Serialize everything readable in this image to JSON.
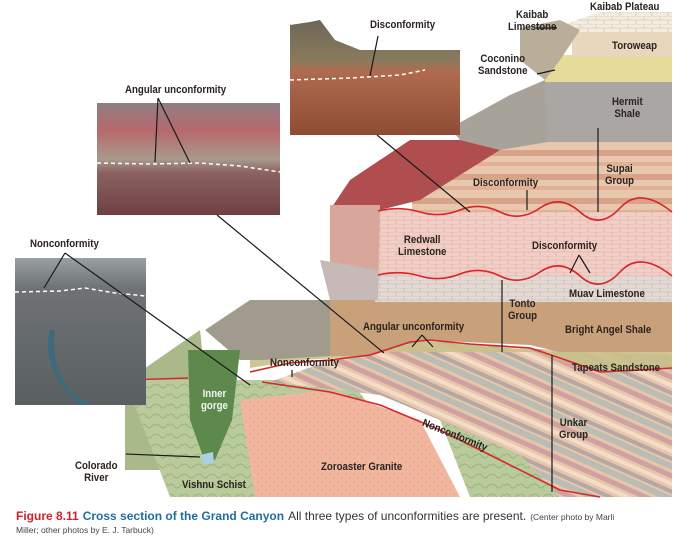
{
  "figure": {
    "number_label": "Figure 8.11",
    "title": "Cross section of the Grand Canyon",
    "description": "All three types of unconformities are present.",
    "credit_line1": "(Center photo by Marli",
    "credit_line2": "Miller; other photos by E. J. Tarbuck)"
  },
  "photos": {
    "angular": {
      "label": "Angular unconformity"
    },
    "disconformity": {
      "label": "Disconformity"
    },
    "nonconformity": {
      "label": "Nonconformity"
    }
  },
  "formations": {
    "kaibab_plateau": "Kaibab Plateau",
    "kaibab_limestone": [
      "Kaibab",
      "Limestone"
    ],
    "toroweap": "Toroweap",
    "coconino": [
      "Coconino",
      "Sandstone"
    ],
    "hermit": [
      "Hermit",
      "Shale"
    ],
    "supai": [
      "Supai",
      "Group"
    ],
    "redwall": [
      "Redwall",
      "Limestone"
    ],
    "muav": "Muav Limestone",
    "tonto": [
      "Tonto",
      "Group"
    ],
    "bright_angel": "Bright Angel Shale",
    "tapeats": "Tapeats Sandstone",
    "unkar": [
      "Unkar",
      "Group"
    ],
    "zoroaster": "Zoroaster Granite",
    "vishnu": "Vishnu Schist",
    "inner_gorge": [
      "Inner",
      "gorge"
    ],
    "colorado_river": [
      "Colorado",
      "River"
    ]
  },
  "contacts": {
    "disconformity_upper": "Disconformity",
    "disconformity_lower": "Disconformity",
    "angular_unconformity": "Angular unconformity",
    "nonconformity_left": "Nonconformity",
    "nonconformity_diagonal": "Nonconformity"
  },
  "colors": {
    "caption_figure_red": "#d21f2b",
    "caption_title_blue": "#1f6f9c",
    "contact_line_red": "#d8262a",
    "redwall_pink": "#f1c8c0",
    "bright_angel_tan": "#c8a07a",
    "tapeats_olive": "#c9c08a",
    "zoroaster_salmon": "#f0b49a",
    "vishnu_green": "#b8c99a",
    "hermit_gray": "#a9a6a4",
    "toroweap_tan": "#e8d7bd",
    "coconino_yellow": "#e6dc9a"
  }
}
